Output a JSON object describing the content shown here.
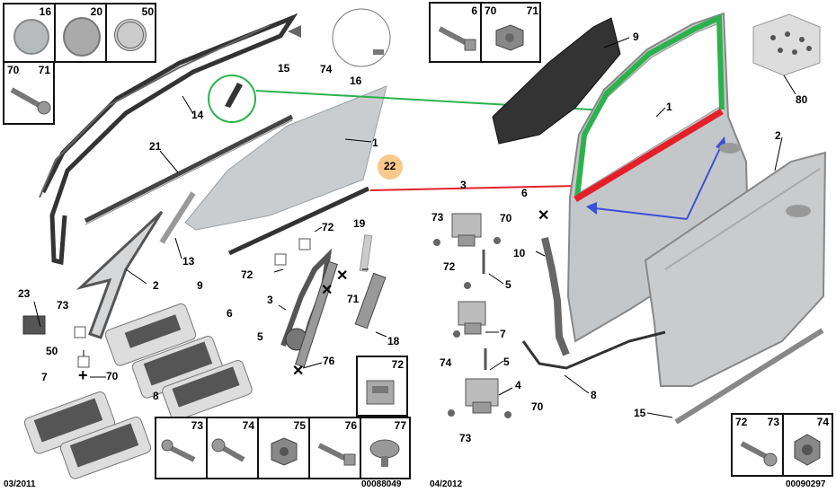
{
  "callouts": {
    "c1": "1",
    "c2": "2",
    "c3": "3",
    "c6": "6",
    "c7": "7",
    "c8": "8",
    "c9": "9",
    "c13": "13",
    "c14": "14",
    "c15": "15",
    "c16": "16",
    "c18": "18",
    "c19": "19",
    "c21": "21",
    "c22": "22",
    "c23": "23",
    "c50": "50",
    "c70": "70",
    "c71": "71",
    "c72": "72",
    "c73": "73",
    "c74": "74",
    "c76": "76",
    "c4": "4",
    "c5": "5",
    "c10": "10",
    "c80": "80"
  },
  "inset_boxes": {
    "top_left_caps": [
      "16",
      "20",
      "50"
    ],
    "bolt_70_71": [
      "70",
      "71"
    ],
    "top_mid": [
      "6",
      "70",
      "71"
    ],
    "bottom_mid": [
      "73",
      "74",
      "75",
      "76",
      "77"
    ],
    "right_72": [
      "72"
    ],
    "bottom_right": [
      "72",
      "73",
      "74"
    ]
  },
  "refs": {
    "date_left": "03/2011",
    "code_left": "00088049",
    "date_right": "04/2012",
    "code_right": "00090297"
  },
  "colors": {
    "accent_green": "#2bb24c",
    "accent_red": "#e3202a",
    "accent_blue": "#3a4fd6",
    "callout_orange": "#f8c98a",
    "part_grey": "#b9bcbf",
    "part_dark": "#444444"
  }
}
